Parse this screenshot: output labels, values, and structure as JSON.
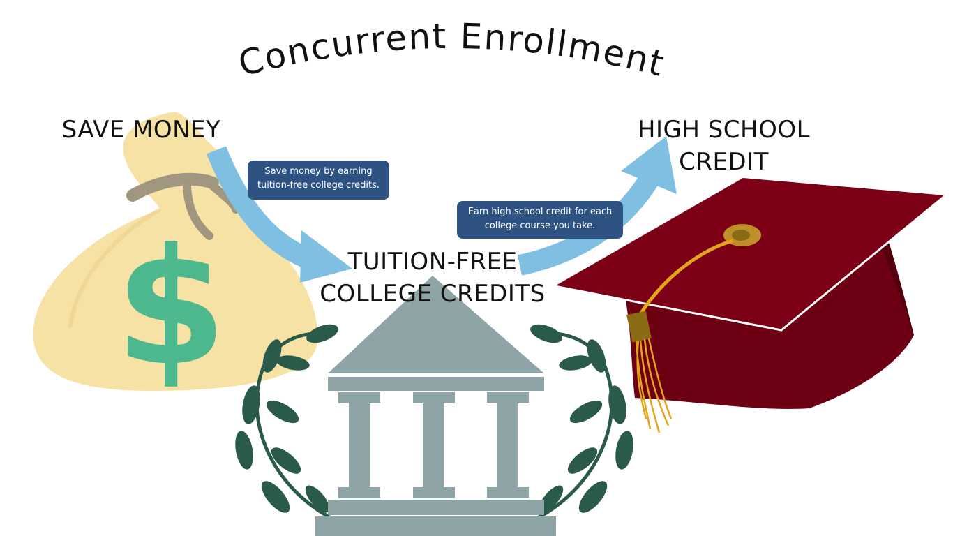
{
  "title": "Concurrent Enrollment",
  "nodes": {
    "save_money": {
      "label": "SAVE MONEY"
    },
    "tuition_free": {
      "line1": "TUITION-FREE",
      "line2": "COLLEGE CREDITS"
    },
    "high_school": {
      "line1": "HIGH SCHOOL",
      "line2": "CREDIT"
    }
  },
  "bubbles": {
    "save": {
      "line1": "Save money by earning",
      "line2": "tuition-free college credits."
    },
    "earn": {
      "line1": "Earn high school credit for each",
      "line2": "college course you take."
    }
  },
  "icons": {
    "money_bag": "money-bag-icon",
    "dollar": "dollar-sign-icon",
    "building": "university-building-icon",
    "laurel": "laurel-wreath-icon",
    "cap": "graduation-cap-icon"
  },
  "colors": {
    "bag": "#f7e2a5",
    "dollar": "#4db88e",
    "building": "#8fa4a6",
    "laurel": "#2a5b4a",
    "cap": "#7c0016",
    "tassel": "#e3a51c",
    "arrow": "#7fc0e2",
    "bubble": "#2e5383"
  }
}
